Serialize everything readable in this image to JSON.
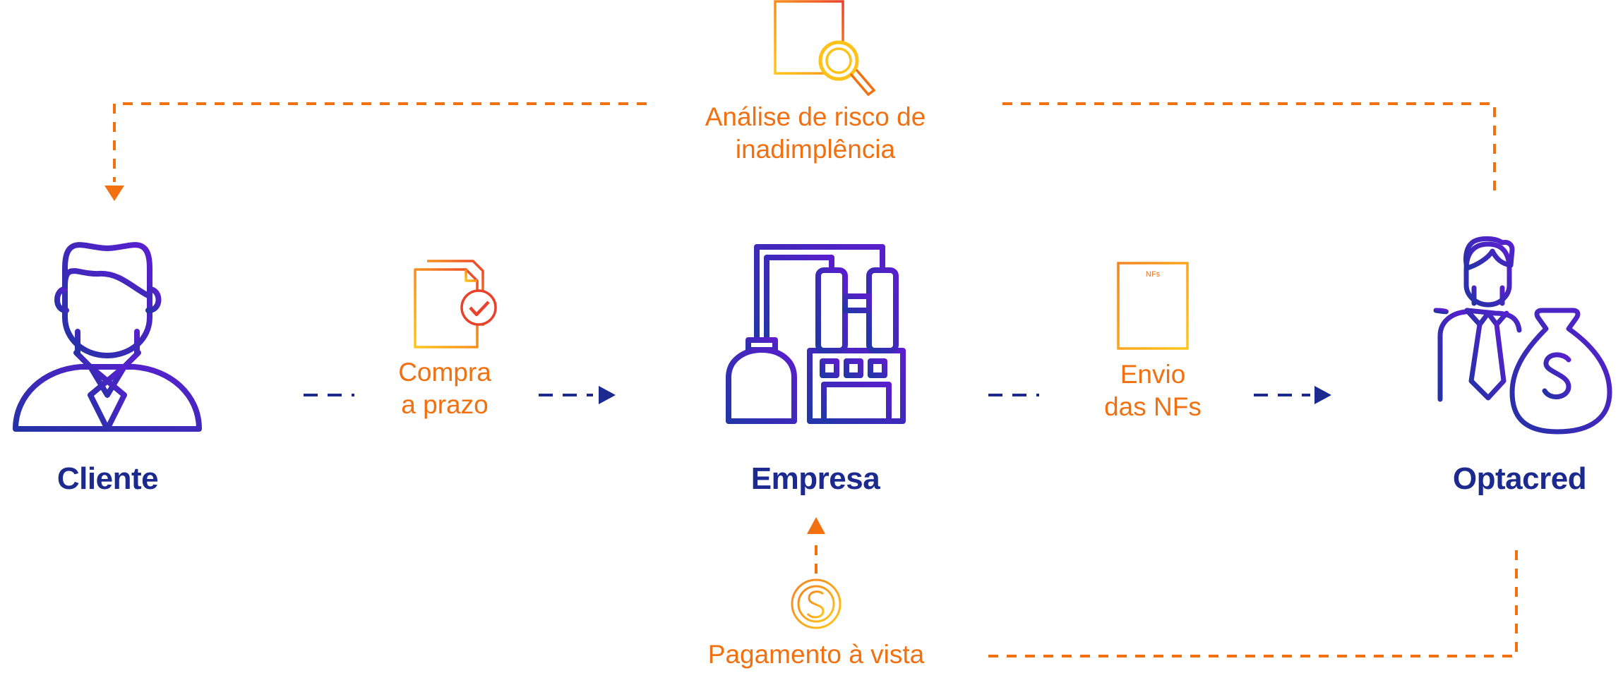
{
  "colors": {
    "orange": "#f2700f",
    "navy": "#1c2a8f",
    "purple": "#4a1fc4",
    "yellow": "#ffc21a",
    "red": "#e8412b"
  },
  "nodes": {
    "cliente": {
      "label": "Cliente",
      "icon": "person-icon"
    },
    "empresa": {
      "label": "Empresa",
      "icon": "factory-icon"
    },
    "optacred": {
      "label": "Optacred",
      "icon": "businessman-money-bag-icon"
    }
  },
  "steps": {
    "compra": {
      "line1": "Compra",
      "line2": "a prazo",
      "icon": "document-check-icon"
    },
    "envio": {
      "line1": "Envio",
      "line2": "das NFs",
      "icon": "invoice-document-icon",
      "doc_label": "NFs"
    },
    "analise": {
      "line1": "Análise de risco de",
      "line2": "inadimplência",
      "icon": "document-search-icon"
    },
    "pagamento": {
      "label": "Pagamento à vista",
      "icon": "dollar-coin-icon"
    }
  }
}
